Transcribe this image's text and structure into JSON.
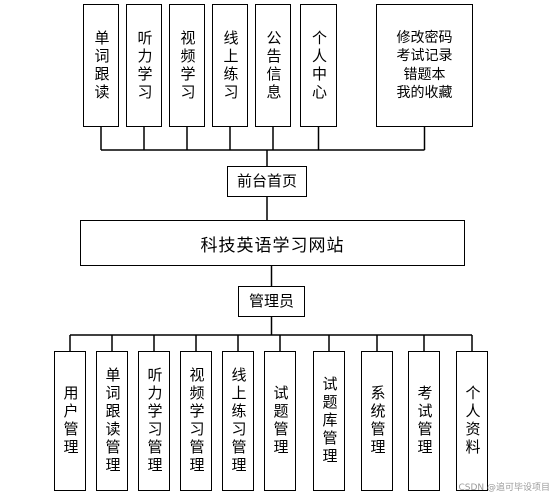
{
  "diagram": {
    "frontend_items": [
      {
        "key": "danci_gendu",
        "label": "单词跟读"
      },
      {
        "key": "tingli",
        "label": "听力学习"
      },
      {
        "key": "shipin",
        "label": "视频学习"
      },
      {
        "key": "xianshang",
        "label": "线上练习"
      },
      {
        "key": "gonggao",
        "label": "公告信息"
      },
      {
        "key": "geren",
        "label": "个人中心"
      }
    ],
    "personal_center_details": [
      "修改密码",
      "考试记录",
      "错题本",
      "我的收藏"
    ],
    "frontend_hub": "前台首页",
    "root": "科技英语学习网站",
    "admin_hub": "管理员",
    "admin_items": [
      {
        "key": "yonghu",
        "label": "用户管理"
      },
      {
        "key": "danci_gendu_mgmt",
        "label": "单词跟读管理"
      },
      {
        "key": "tingli_mgmt",
        "label": "听力学习管理"
      },
      {
        "key": "shipin_mgmt",
        "label": "视频学习管理"
      },
      {
        "key": "xianshang_mgmt",
        "label": "线上练习管理"
      },
      {
        "key": "shiti_mgmt",
        "label": "试题管理"
      },
      {
        "key": "tiku_mgmt",
        "label": "试题库管理"
      },
      {
        "key": "xitong_mgmt",
        "label": "系统管理"
      },
      {
        "key": "kaoshi_mgmt",
        "label": "考试管理"
      },
      {
        "key": "ziliao",
        "label": "个人资料"
      }
    ]
  },
  "watermark": "CSDN @追可毕设项目"
}
